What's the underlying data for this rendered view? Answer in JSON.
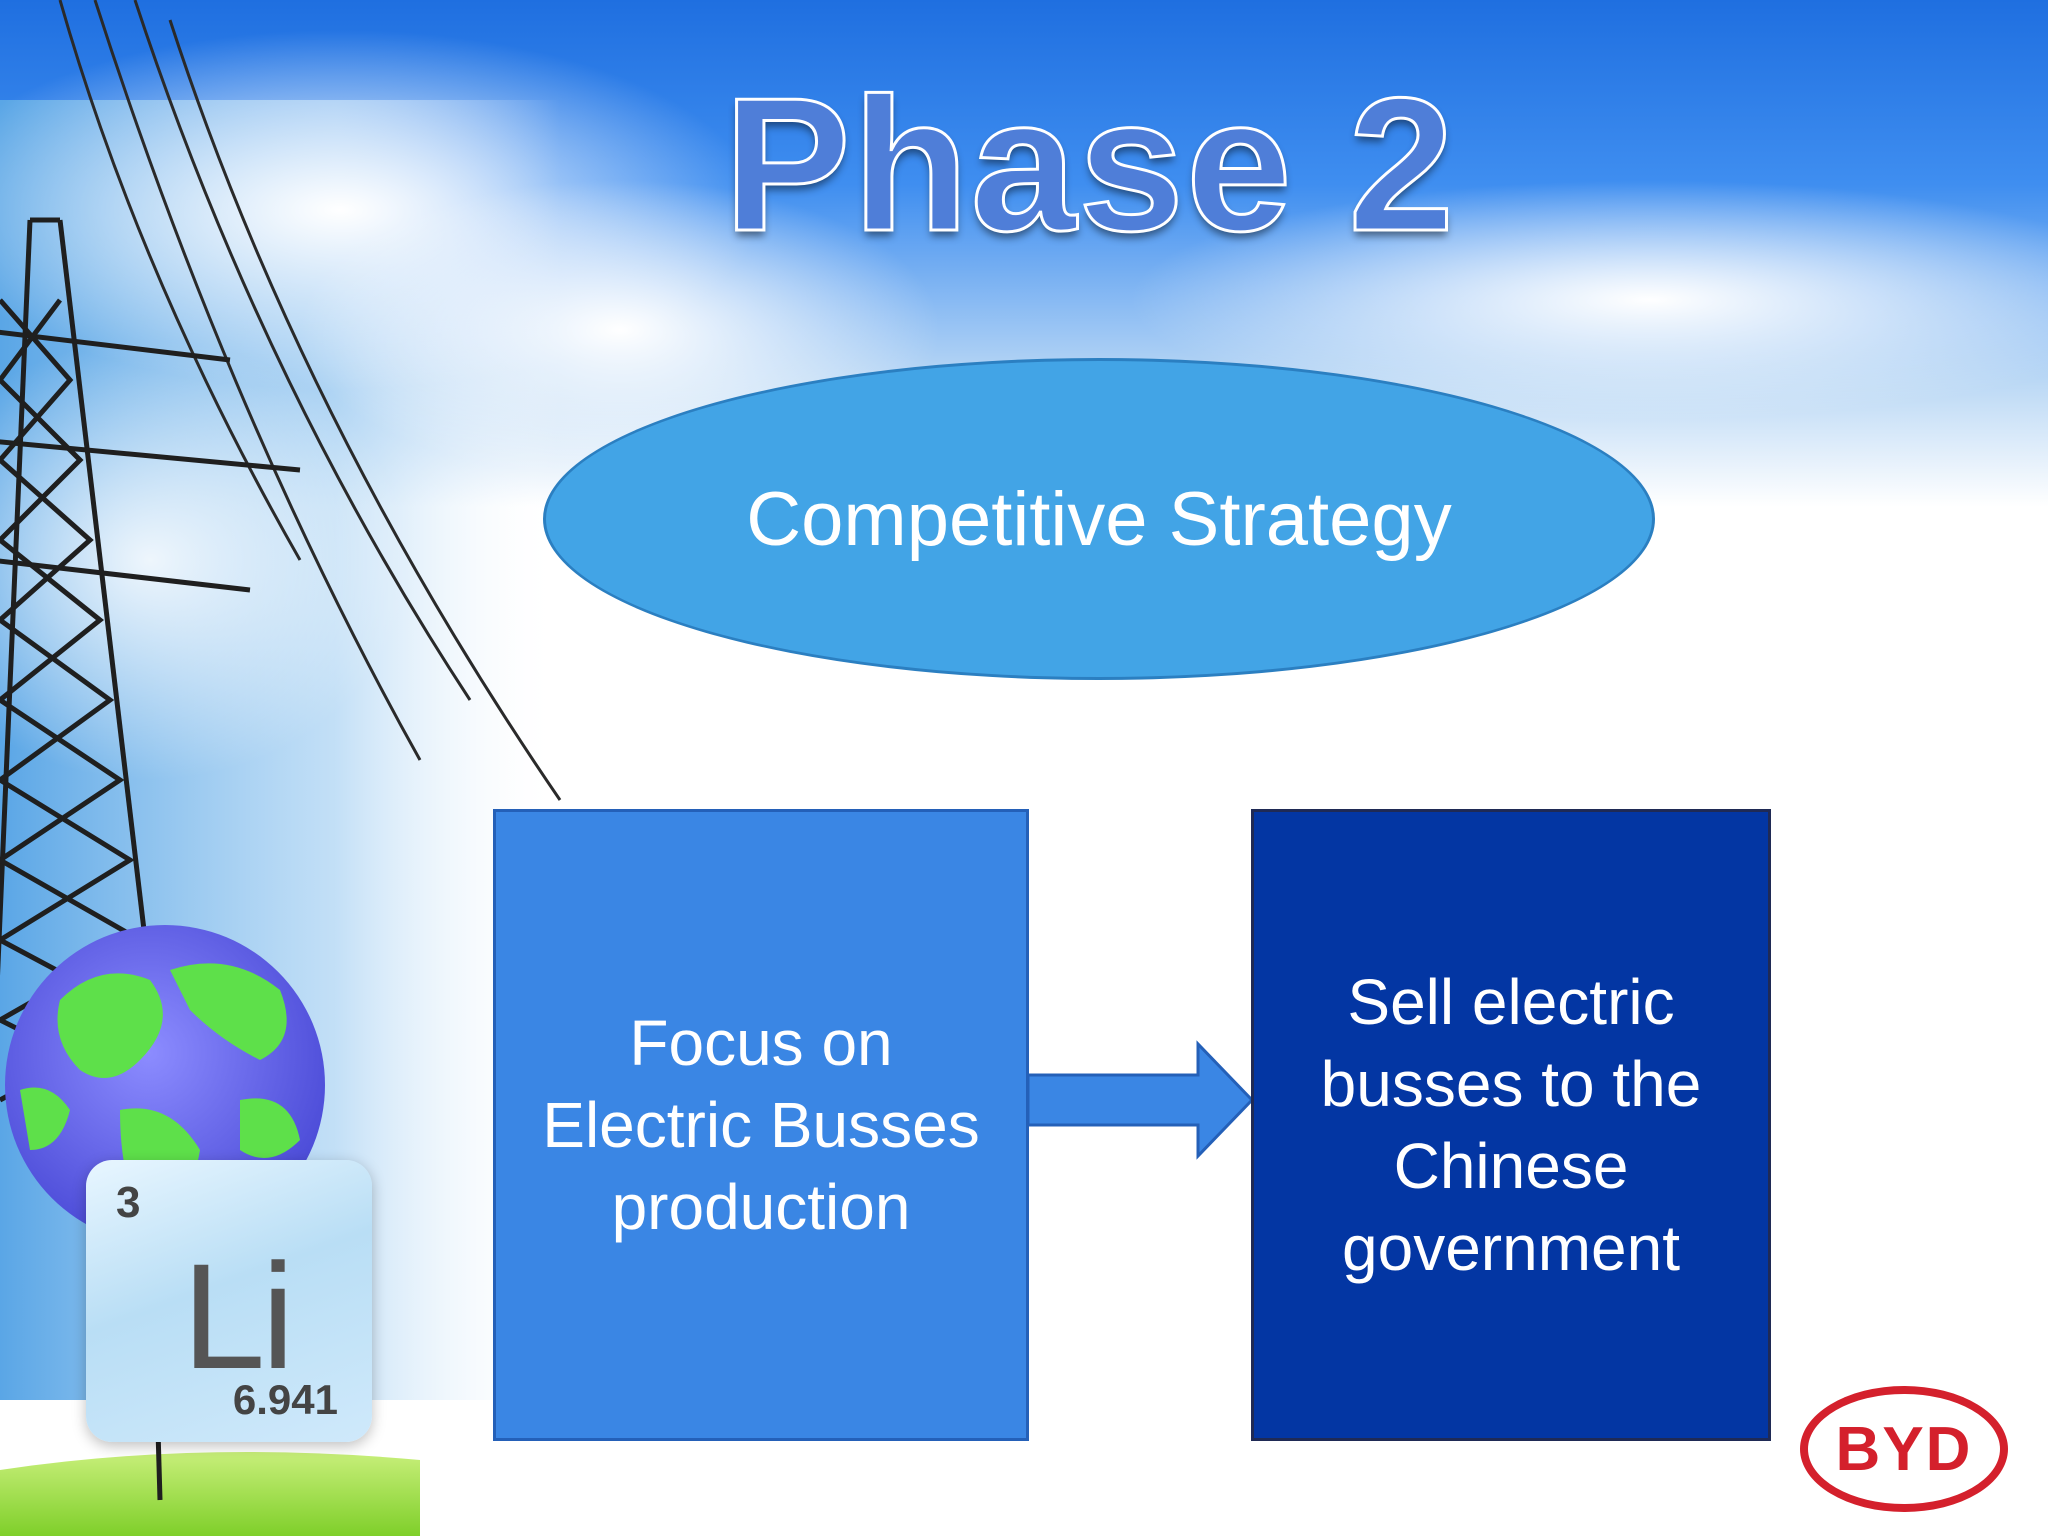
{
  "slide": {
    "title": "Phase 2",
    "strategy_label": "Competitive Strategy",
    "left_box_text": "Focus on\nElectric Busses\nproduction",
    "right_box_text": "Sell electric\nbusses to the\nChinese\ngovernment"
  },
  "element_tile": {
    "atomic_number": "3",
    "symbol": "Li",
    "atomic_mass": "6.941"
  },
  "logo": {
    "text": "BYD"
  },
  "colors": {
    "title_fill": "#4f7ed8",
    "ellipse": "#42a4e6",
    "left_box": "#3a86e4",
    "right_box": "#0336a3",
    "arrow": "#3a86e4",
    "logo_red": "#d4202c"
  }
}
